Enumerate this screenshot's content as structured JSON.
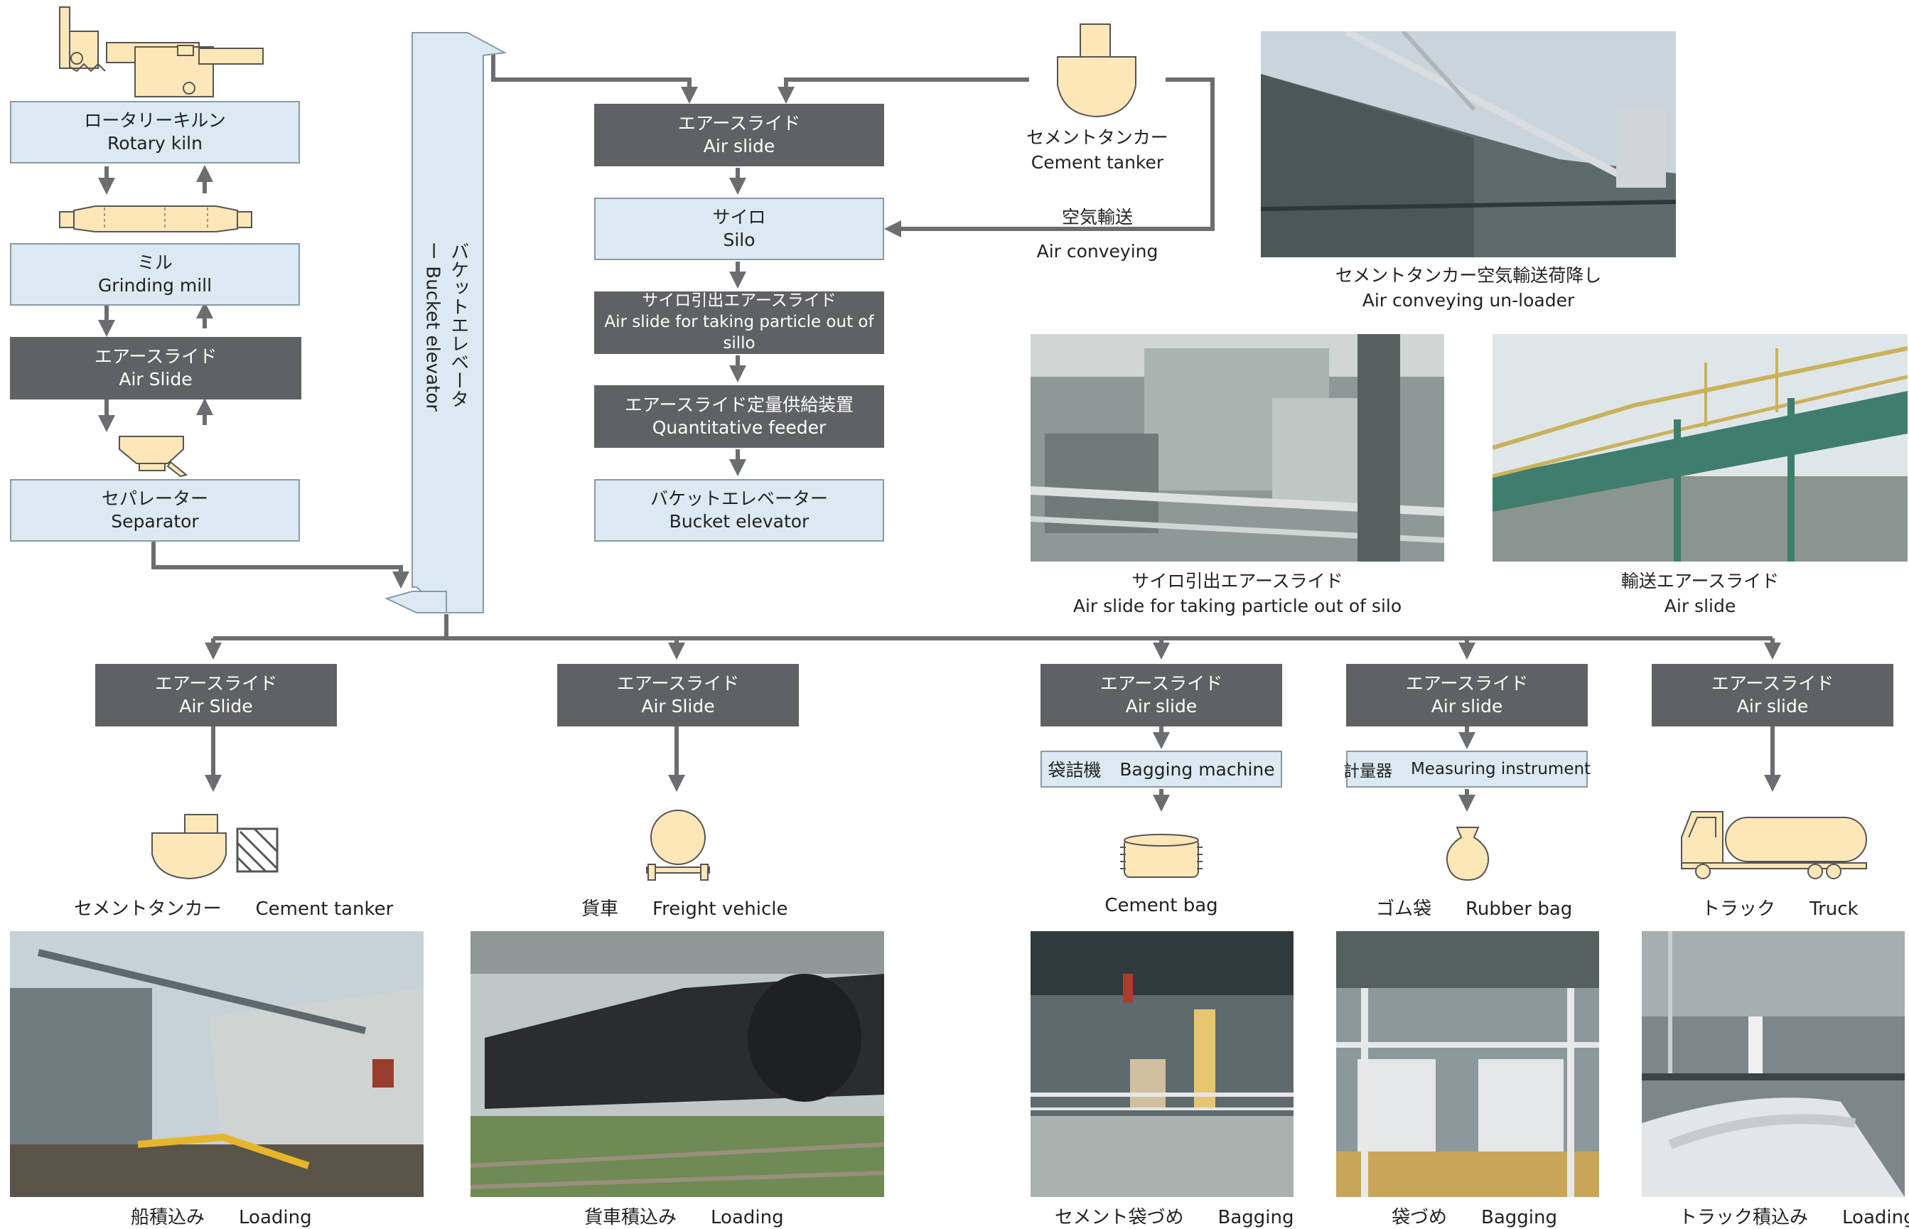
{
  "left_chain": {
    "rotary_kiln": {
      "jp": "ロータリーキルン",
      "en": "Rotary kiln"
    },
    "grinding_mill": {
      "jp": "ミル",
      "en": "Grinding mill"
    },
    "air_slide": {
      "jp": "エアースライド",
      "en": "Air Slide"
    },
    "separator": {
      "jp": "セパレーター",
      "en": "Separator"
    }
  },
  "elevator": {
    "jp": "バケットエレベーター",
    "en": "Bucket elevator"
  },
  "center_chain": {
    "air_slide": {
      "jp": "エアースライド",
      "en": "Air slide"
    },
    "silo": {
      "jp": "サイロ",
      "en": "Silo"
    },
    "silo_air_slide": {
      "jp": "サイロ引出エアースライド",
      "en": "Air slide for taking particle out of sillo"
    },
    "feeder": {
      "jp": "エアースライド定量供給装置",
      "en": "Quantitative feeder"
    },
    "bucket_elevator": {
      "jp": "バケットエレベーター",
      "en": "Bucket elevator"
    }
  },
  "tanker_top": {
    "jp": "セメントタンカー",
    "en": "Cement tanker"
  },
  "air_conveying": {
    "jp": "空気輸送",
    "en": "Air conveying"
  },
  "photo_captions": {
    "unloader": {
      "jp": "セメントタンカー空気輸送荷降し",
      "en": "Air conveying un-loader"
    },
    "silo_slide": {
      "jp": "サイロ引出エアースライド",
      "en": "Air slide for taking particle out of silo"
    },
    "transport_slide": {
      "jp": "輸送エアースライド",
      "en": "Air slide"
    }
  },
  "branches": [
    {
      "slide_jp": "エアースライド",
      "slide_en": "Air Slide",
      "dest_jp": "セメントタンカー",
      "dest_en": "Cement tanker",
      "photo_jp": "船積込み",
      "photo_en": "Loading"
    },
    {
      "slide_jp": "エアースライド",
      "slide_en": "Air Slide",
      "dest_jp": "貨車",
      "dest_en": "Freight vehicle",
      "photo_jp": "貨車積込み",
      "photo_en": "Loading"
    },
    {
      "slide_jp": "エアースライド",
      "slide_en": "Air slide",
      "machine_jp": "袋詰機",
      "machine_en": "Bagging machine",
      "dest_jp": "",
      "dest_en": "Cement bag",
      "photo_jp": "セメント袋づめ",
      "photo_en": "Bagging"
    },
    {
      "slide_jp": "エアースライド",
      "slide_en": "Air slide",
      "machine_jp": "計量器",
      "machine_en": "Measuring instrument",
      "dest_jp": "ゴム袋",
      "dest_en": "Rubber bag",
      "photo_jp": "袋づめ",
      "photo_en": "Bagging"
    },
    {
      "slide_jp": "エアースライド",
      "slide_en": "Air slide",
      "dest_jp": "トラック",
      "dest_en": "Truck",
      "photo_jp": "トラック積込み",
      "photo_en": "Loading"
    }
  ],
  "colors": {
    "box_light": "#dbe9f2",
    "box_dark": "#5f6164",
    "arrow": "#6b6d70",
    "icon_fill": "#fde7b8"
  }
}
